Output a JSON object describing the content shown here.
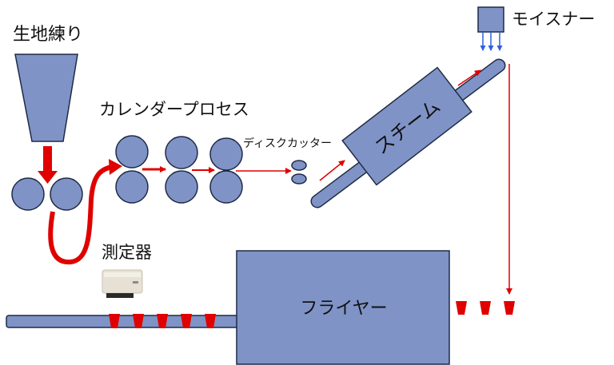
{
  "labels": {
    "kneading": "生地練り",
    "calender": "カレンダープロセス",
    "disk_cutter": "ディスクカッター",
    "steam": "スチーム",
    "moistener": "モイスナー",
    "measuring_device": "測定器",
    "fryer": "フライヤー"
  },
  "colors": {
    "machine_fill": "#7f93c6",
    "outline": "#1e2b45",
    "flow_arrow": "#e00000",
    "moisture_arrow": "#2f5fe0",
    "cup": "#e00000"
  }
}
